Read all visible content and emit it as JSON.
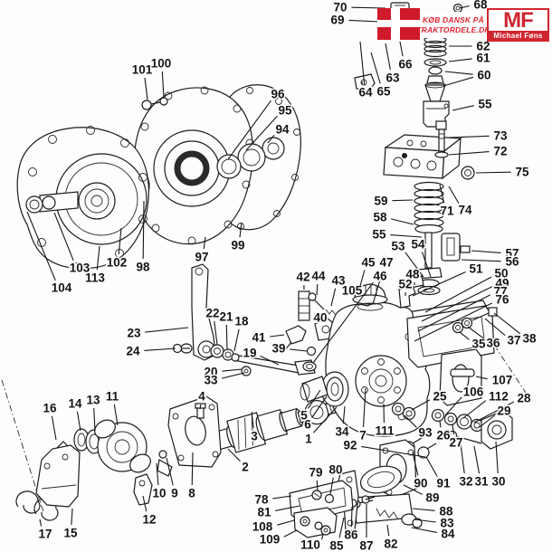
{
  "branding": {
    "banner_line1": "KØB DANSK PÅ",
    "banner_line2": "TRAKTORDELE.DK",
    "logo_text": "MF",
    "logo_subtext": "Michael Føns",
    "accent_red": "#d02530",
    "flag_red": "#cf1a2b"
  },
  "diagram": {
    "background": "#fdfdfc",
    "line_color": "#1c1c1c",
    "label_color": "#141414",
    "labels": [
      [
        "70",
        376,
        8,
        426,
        9
      ],
      [
        "69",
        373,
        22,
        420,
        24
      ],
      [
        "68",
        531,
        5,
        508,
        9
      ],
      [
        "66",
        448,
        71,
        442,
        46
      ],
      [
        "63",
        434,
        86,
        426,
        48
      ],
      [
        "64",
        404,
        102,
        398,
        46,
        400,
        90
      ],
      [
        "65",
        424,
        101,
        410,
        58
      ],
      [
        "62",
        534,
        51,
        496,
        51
      ],
      [
        "61",
        534,
        64,
        496,
        68
      ],
      [
        "60",
        535,
        83,
        492,
        79,
        490,
        95
      ],
      [
        "55",
        536,
        115,
        500,
        122
      ],
      [
        "73",
        553,
        150,
        496,
        152
      ],
      [
        "72",
        553,
        167,
        496,
        171
      ],
      [
        "75",
        577,
        190,
        526,
        191
      ],
      [
        "100",
        178,
        70,
        181,
        108
      ],
      [
        "101",
        157,
        77,
        163,
        110
      ],
      [
        "96",
        307,
        104,
        252,
        176
      ],
      [
        "95",
        315,
        122,
        272,
        166
      ],
      [
        "94",
        312,
        143,
        296,
        158
      ],
      [
        "97",
        223,
        284,
        227,
        262
      ],
      [
        "99",
        263,
        271,
        267,
        246
      ],
      [
        "98",
        158,
        295,
        159,
        222
      ],
      [
        "102",
        129,
        290,
        134,
        252
      ],
      [
        "103",
        88,
        296,
        60,
        235
      ],
      [
        "113",
        105,
        307,
        110,
        272
      ],
      [
        "104",
        68,
        318,
        30,
        234
      ],
      [
        "59",
        421,
        222,
        456,
        221
      ],
      [
        "58",
        420,
        240,
        457,
        248
      ],
      [
        "55",
        419,
        259,
        466,
        262
      ],
      [
        "53",
        440,
        272,
        468,
        306
      ],
      [
        "54",
        462,
        270,
        476,
        306
      ],
      [
        "71",
        494,
        233,
        486,
        204
      ],
      [
        "74",
        514,
        232,
        496,
        206
      ],
      [
        "57",
        566,
        280,
        521,
        277
      ],
      [
        "56",
        566,
        289,
        510,
        287
      ],
      [
        "51",
        526,
        297,
        456,
        327
      ],
      [
        "50",
        554,
        302,
        470,
        345
      ],
      [
        "49",
        555,
        313,
        466,
        355
      ],
      [
        "77",
        553,
        322,
        462,
        366
      ],
      [
        "76",
        555,
        331,
        458,
        377
      ],
      [
        "42",
        335,
        306,
        336,
        320
      ],
      [
        "44",
        352,
        305,
        350,
        326
      ],
      [
        "43",
        374,
        310,
        366,
        338
      ],
      [
        "105",
        389,
        321,
        398,
        328
      ],
      [
        "45",
        407,
        290,
        398,
        316
      ],
      [
        "47",
        427,
        290,
        412,
        336
      ],
      [
        "46",
        420,
        305,
        346,
        401
      ],
      [
        "48",
        456,
        303,
        458,
        315
      ],
      [
        "52",
        448,
        314,
        448,
        327
      ],
      [
        "40",
        354,
        351,
        356,
        360
      ],
      [
        "41",
        286,
        373,
        314,
        370
      ],
      [
        "39",
        308,
        385,
        339,
        388
      ],
      [
        "23",
        148,
        368,
        208,
        362
      ],
      [
        "24",
        147,
        388,
        194,
        385
      ],
      [
        "22",
        235,
        346,
        240,
        381
      ],
      [
        "21",
        250,
        350,
        251,
        386
      ],
      [
        "18",
        267,
        355,
        259,
        388
      ],
      [
        "19",
        276,
        390,
        308,
        403
      ],
      [
        "20",
        233,
        411,
        267,
        408
      ],
      [
        "33",
        233,
        420,
        270,
        412
      ],
      [
        "4",
        223,
        438,
        221,
        452
      ],
      [
        "34",
        378,
        477,
        381,
        449
      ],
      [
        "7",
        401,
        481,
        404,
        429
      ],
      [
        "111",
        425,
        476,
        424,
        446
      ],
      [
        "92",
        387,
        492,
        470,
        505
      ],
      [
        "5",
        336,
        459,
        354,
        431
      ],
      [
        "6",
        340,
        469,
        361,
        438
      ],
      [
        "1",
        341,
        485,
        372,
        450
      ],
      [
        "3",
        281,
        482,
        278,
        455
      ],
      [
        "2",
        271,
        516,
        252,
        496
      ],
      [
        "16",
        55,
        451,
        62,
        486
      ],
      [
        "14",
        83,
        446,
        89,
        476
      ],
      [
        "13",
        103,
        442,
        105,
        476
      ],
      [
        "11",
        124,
        438,
        130,
        470
      ],
      [
        "10",
        176,
        545,
        173,
        512
      ],
      [
        "9",
        193,
        545,
        184,
        506
      ],
      [
        "8",
        212,
        545,
        213,
        500
      ],
      [
        "12",
        165,
        574,
        158,
        548
      ],
      [
        "17",
        50,
        590,
        44,
        574
      ],
      [
        "15",
        78,
        589,
        80,
        562
      ],
      [
        "79",
        349,
        522,
        351,
        542
      ],
      [
        "80",
        371,
        519,
        365,
        546
      ],
      [
        "78",
        289,
        552,
        322,
        548
      ],
      [
        "81",
        292,
        566,
        331,
        559
      ],
      [
        "108",
        290,
        582,
        325,
        575
      ],
      [
        "109",
        298,
        596,
        328,
        586
      ],
      [
        "110",
        343,
        602,
        357,
        590
      ],
      [
        "85",
        372,
        603,
        380,
        572
      ],
      [
        "86",
        388,
        591,
        389,
        560
      ],
      [
        "87",
        405,
        603,
        405,
        557
      ],
      [
        "82",
        432,
        601,
        428,
        580
      ],
      [
        "83",
        494,
        578,
        458,
        574
      ],
      [
        "84",
        495,
        590,
        455,
        583
      ],
      [
        "88",
        493,
        565,
        456,
        562
      ],
      [
        "89",
        478,
        550,
        446,
        536
      ],
      [
        "90",
        465,
        534,
        456,
        500
      ],
      [
        "91",
        490,
        534,
        471,
        505
      ],
      [
        "32",
        515,
        532,
        509,
        490
      ],
      [
        "31",
        532,
        532,
        524,
        493
      ],
      [
        "30",
        551,
        532,
        548,
        488
      ],
      [
        "93",
        470,
        478,
        447,
        459
      ],
      [
        "26",
        490,
        481,
        486,
        465
      ],
      [
        "27",
        504,
        489,
        500,
        469
      ],
      [
        "25",
        486,
        438,
        455,
        453
      ],
      [
        "106",
        523,
        433,
        492,
        459
      ],
      [
        "112",
        551,
        438,
        512,
        462
      ],
      [
        "28",
        579,
        440,
        524,
        467
      ],
      [
        "29",
        557,
        454,
        530,
        472
      ],
      [
        "107",
        555,
        420,
        526,
        416
      ],
      [
        "35",
        529,
        380,
        508,
        367
      ],
      [
        "36",
        545,
        379,
        517,
        361
      ],
      [
        "37",
        568,
        376,
        536,
        352
      ],
      [
        "38",
        585,
        374,
        546,
        346
      ]
    ]
  }
}
